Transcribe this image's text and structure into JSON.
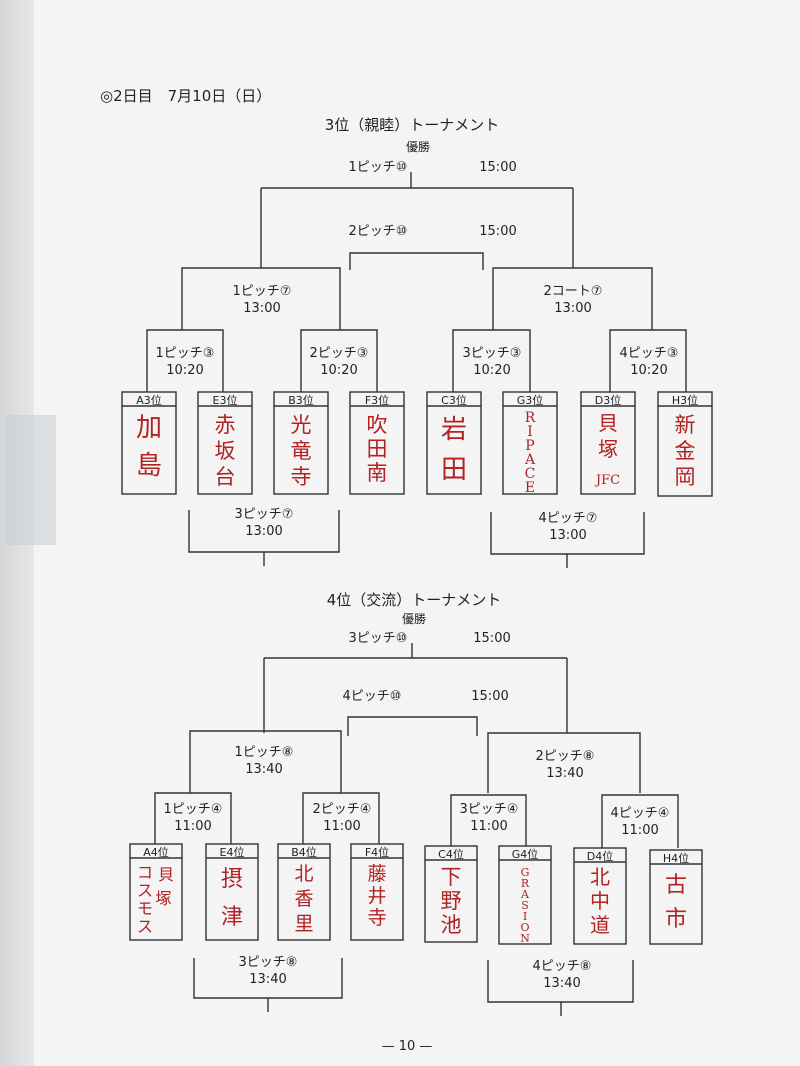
{
  "header": {
    "day_label": "◎2日目　7月10日（日）",
    "page_number": "— 10 —"
  },
  "tournaments": [
    {
      "title": "3位（親睦）トーナメント",
      "final": {
        "label": "優勝",
        "pitch": "1ピッチ⑩",
        "time": "15:00"
      },
      "third": {
        "pitch": "2ピッチ⑩",
        "time": "15:00"
      },
      "semis": [
        {
          "pitch": "1ピッチ⑦",
          "time": "13:00"
        },
        {
          "pitch": "2コート⑦",
          "time": "13:00"
        }
      ],
      "quarters": [
        {
          "pitch": "1ピッチ③",
          "time": "10:20"
        },
        {
          "pitch": "2ピッチ③",
          "time": "10:20"
        },
        {
          "pitch": "3ピッチ③",
          "time": "10:20"
        },
        {
          "pitch": "4ピッチ③",
          "time": "10:20"
        }
      ],
      "consolation": [
        {
          "pitch": "3ピッチ⑦",
          "time": "13:00"
        },
        {
          "pitch": "4ピッチ⑦",
          "time": "13:00"
        }
      ],
      "slots": [
        {
          "label": "A3位",
          "team": "加島"
        },
        {
          "label": "E3位",
          "team": "赤坂台"
        },
        {
          "label": "B3位",
          "team": "光竜寺"
        },
        {
          "label": "F3位",
          "team": "吹田南"
        },
        {
          "label": "C3位",
          "team": "岩田"
        },
        {
          "label": "G3位",
          "team": "RIPACE"
        },
        {
          "label": "D3位",
          "team": "貝塚JFC"
        },
        {
          "label": "H3位",
          "team": "新金岡"
        }
      ]
    },
    {
      "title": "4位（交流）トーナメント",
      "final": {
        "label": "優勝",
        "pitch": "3ピッチ⑩",
        "time": "15:00"
      },
      "third": {
        "pitch": "4ピッチ⑩",
        "time": "15:00"
      },
      "semis": [
        {
          "pitch": "1ピッチ⑧",
          "time": "13:40"
        },
        {
          "pitch": "2ピッチ⑧",
          "time": "13:40"
        }
      ],
      "quarters": [
        {
          "pitch": "1ピッチ④",
          "time": "11:00"
        },
        {
          "pitch": "2ピッチ④",
          "time": "11:00"
        },
        {
          "pitch": "3ピッチ④",
          "time": "11:00"
        },
        {
          "pitch": "4ピッチ④",
          "time": "11:00"
        }
      ],
      "consolation": [
        {
          "pitch": "3ピッチ⑧",
          "time": "13:40"
        },
        {
          "pitch": "4ピッチ⑧",
          "time": "13:40"
        }
      ],
      "slots": [
        {
          "label": "A4位",
          "team": "貝塚コスモス"
        },
        {
          "label": "E4位",
          "team": "摂津"
        },
        {
          "label": "B4位",
          "team": "北香里"
        },
        {
          "label": "F4位",
          "team": "藤井寺"
        },
        {
          "label": "C4位",
          "team": "下野池"
        },
        {
          "label": "G4位",
          "team": "GRASION"
        },
        {
          "label": "D4位",
          "team": "北中道"
        },
        {
          "label": "H4位",
          "team": "古市"
        }
      ]
    }
  ]
}
